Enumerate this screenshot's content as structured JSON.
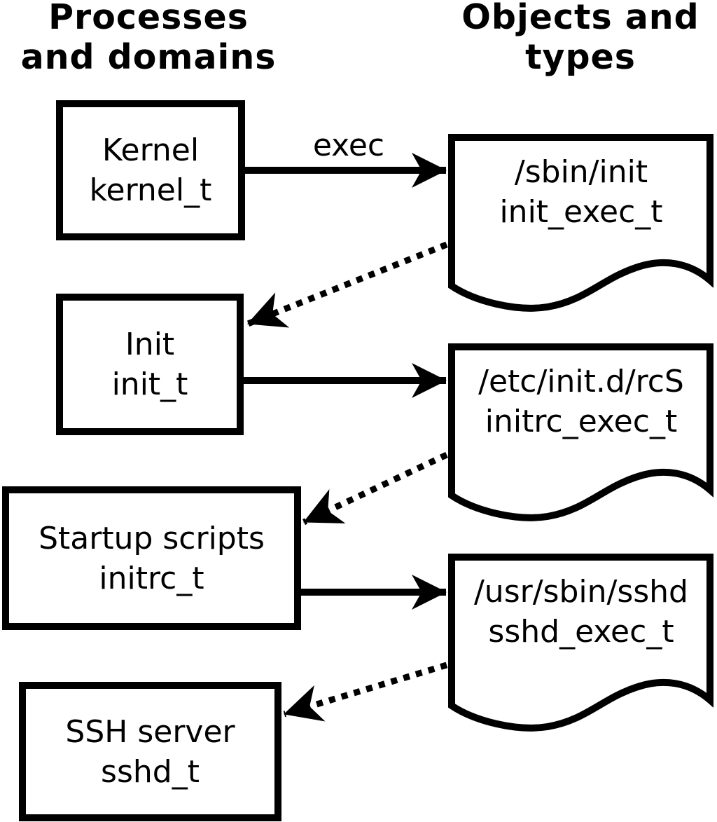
{
  "columns": {
    "left": {
      "line1": "Processes",
      "line2": "and domains"
    },
    "right": {
      "line1": "Objects and",
      "line2": "types"
    }
  },
  "processes": [
    {
      "id": "kernel",
      "label": "Kernel",
      "type": "kernel_t"
    },
    {
      "id": "init",
      "label": "Init",
      "type": "init_t"
    },
    {
      "id": "initrc",
      "label": "Startup scripts",
      "type": "initrc_t"
    },
    {
      "id": "sshd",
      "label": "SSH server",
      "type": "sshd_t"
    }
  ],
  "objects": [
    {
      "id": "sbin-init",
      "path": "/sbin/init",
      "type": "init_exec_t"
    },
    {
      "id": "etc-init-d-rcs",
      "path": "/etc/init.d/rcS",
      "type": "initrc_exec_t"
    },
    {
      "id": "usr-sbin-sshd",
      "path": "/usr/sbin/sshd",
      "type": "sshd_exec_t"
    }
  ],
  "edges": [
    {
      "from": "kernel",
      "to": "sbin-init",
      "style": "solid-arrow",
      "label": "exec"
    },
    {
      "from": "sbin-init",
      "to": "init",
      "style": "dotted-arrow",
      "label": ""
    },
    {
      "from": "init",
      "to": "etc-init-d-rcs",
      "style": "solid-arrow",
      "label": ""
    },
    {
      "from": "etc-init-d-rcs",
      "to": "initrc",
      "style": "dotted-arrow",
      "label": ""
    },
    {
      "from": "initrc",
      "to": "usr-sbin-sshd",
      "style": "solid-arrow",
      "label": ""
    },
    {
      "from": "usr-sbin-sshd",
      "to": "sshd",
      "style": "dotted-arrow",
      "label": ""
    }
  ],
  "colors": {
    "ink": "#000000",
    "background": "#ffffff"
  }
}
